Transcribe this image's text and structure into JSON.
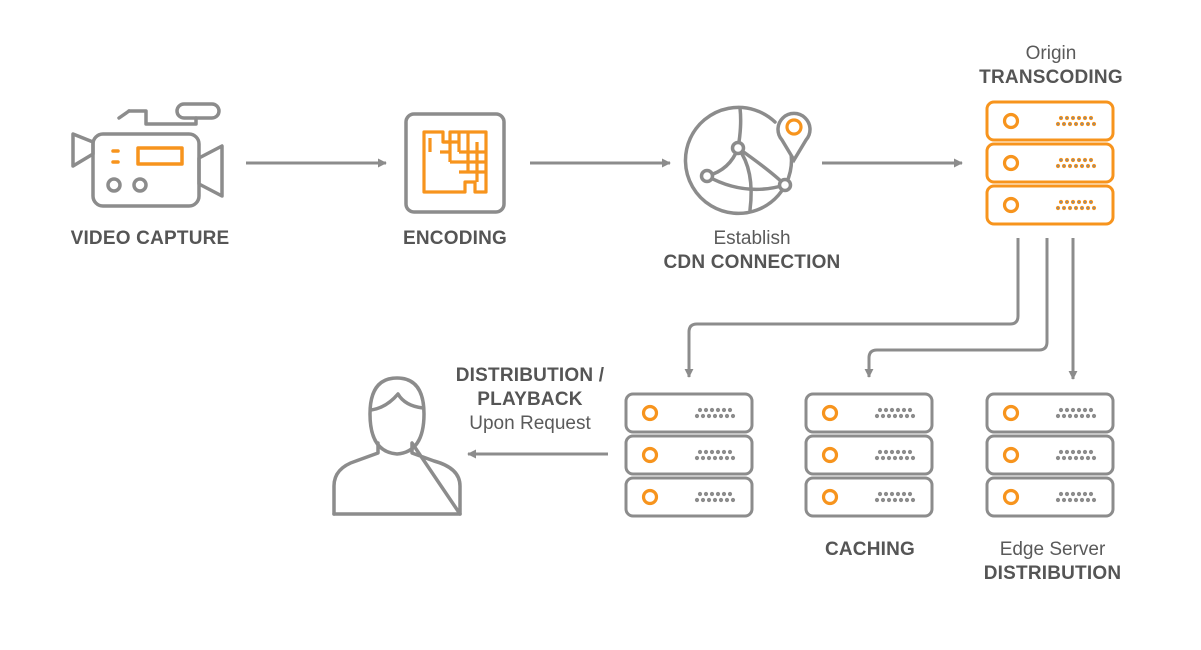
{
  "colors": {
    "accent": "#f7941d",
    "stroke": "#8c8c8c"
  },
  "steps": {
    "video_capture": {
      "title": "VIDEO CAPTURE",
      "icon": "video-camera-icon"
    },
    "encoding": {
      "title": "ENCODING",
      "icon": "encoding-grid-icon"
    },
    "cdn": {
      "subtitle": "Establish",
      "title": "CDN CONNECTION",
      "icon": "globe-location-icon"
    },
    "transcoding": {
      "subtitle": "Origin",
      "title": "TRANSCODING",
      "icon": "server-icon"
    },
    "distribution_playback": {
      "title_line1": "DISTRIBUTION /",
      "title_line2": "PLAYBACK",
      "subtitle": "Upon Request",
      "icon": "user-icon"
    },
    "caching": {
      "title": "CACHING",
      "icon": "server-icon"
    },
    "edge": {
      "subtitle": "Edge Server",
      "title": "DISTRIBUTION",
      "icon": "server-icon"
    }
  }
}
